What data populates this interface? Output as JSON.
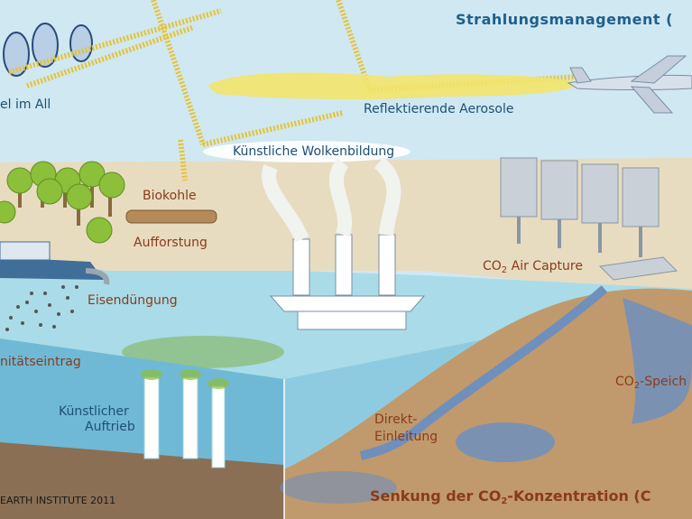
{
  "titles": {
    "top": "Strahlungsmanagement (",
    "bottom_pre": "Senkung der CO",
    "bottom_sub": "2",
    "bottom_post": "-Konzentration (C"
  },
  "labels": {
    "space_mirrors": "el im All",
    "aerosols": "Reflektierende Aerosole",
    "clouds": "Künstliche Wolkenbildung",
    "biochar": "Biokohle",
    "afforestation": "Aufforstung",
    "iron": "Eisendüngung",
    "alkalinity": "nitätseintrag",
    "upwelling_1": "Künstlicher",
    "upwelling_2": "Auftrieb",
    "air_capture_pre": "CO",
    "air_capture_sub": "2",
    "air_capture_post": " Air Capture",
    "direct_1": "Direkt-",
    "direct_2": "Einleitung",
    "storage_pre": "CO",
    "storage_sub": "2",
    "storage_post": "-Speich"
  },
  "credit": "EARTH INSTITUTE 2011",
  "colors": {
    "sky": "#cfe8f2",
    "land": "#e7dcc0",
    "sea_surface": "#a9dce8",
    "sea_front": "#6fb9d6",
    "sea_side": "#8fcbe0",
    "sediment": "#c09a6c",
    "aerosol": "#f2e46a",
    "sunray": "#e8c330",
    "label_blue": "#1e4f73",
    "label_brown": "#8a3b1b"
  }
}
